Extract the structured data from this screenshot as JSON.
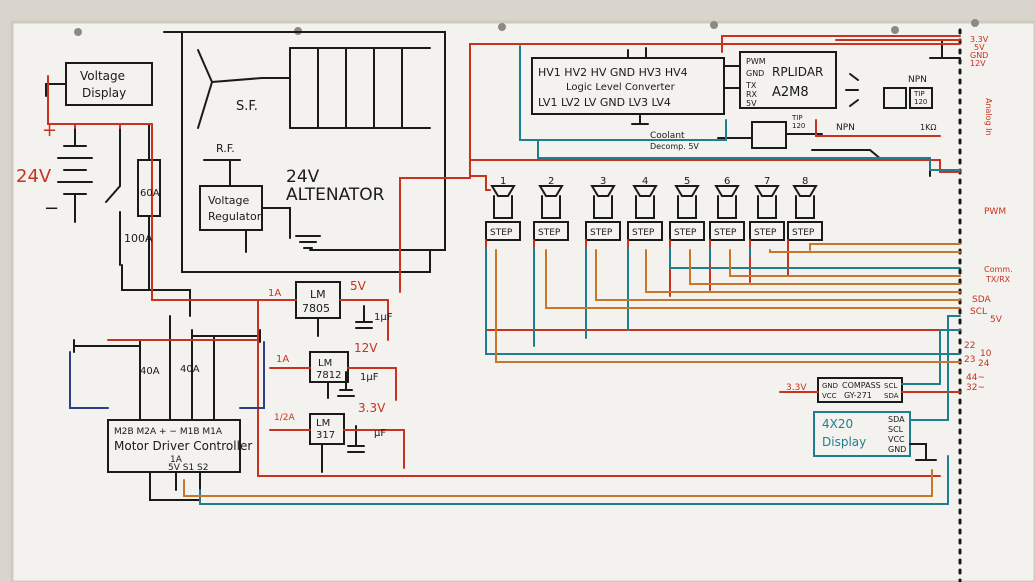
{
  "colors": {
    "board": "#f3f2ee",
    "ink_black": "#1a1a1a",
    "ink_red": "#c8321f",
    "ink_blue": "#1f7f8e",
    "ink_orange": "#c7762a",
    "ink_navy": "#2b3f8a"
  },
  "power": {
    "voltage_display": [
      "Voltage",
      "Display"
    ],
    "battery_label": "24V",
    "plus_sign": "+",
    "minus_sign": "−",
    "fuse_60a": "60A",
    "fuse_100a": "100A"
  },
  "alternator": {
    "sf": "S.F.",
    "rf": "R.F.",
    "regulator": [
      "Voltage",
      "Regulator"
    ],
    "title": [
      "24V",
      "ALTENATOR"
    ]
  },
  "motor": {
    "fuse_left": "40A",
    "fuse_right": "40A",
    "pins_top": "M2B  M2A  +    −   M1B  M1A",
    "name": "Motor Driver Controller",
    "pins_bottom_1": "1A",
    "pins_bottom_2": "5V  S1  S2"
  },
  "regulators": {
    "r5": {
      "fuse": "1A",
      "name": [
        "LM",
        "7805"
      ],
      "volt": "5V",
      "cap": "1µF"
    },
    "r12": {
      "fuse": "1A",
      "name": [
        "LM",
        "7812"
      ],
      "volt": "12V",
      "cap": "1µF"
    },
    "r33": {
      "fuse": "1/2A",
      "name": [
        "LM",
        "317"
      ],
      "volt": "3.3V",
      "cap": "µF"
    }
  },
  "llc": {
    "top": "HV1 HV2 HV GND  HV3  HV4",
    "name": "Logic Level Converter",
    "bottom": "LV1 LV2 LV GND  LV3 LV4"
  },
  "lidar": {
    "pins": [
      "PWM",
      "GND",
      "TX",
      "RX",
      "5V"
    ],
    "name": [
      "RPLIDAR",
      "A2M8"
    ]
  },
  "misc": {
    "coolant": [
      "Coolant",
      "Decomp. 5V"
    ],
    "npn1": "NPN",
    "npn2": "NPN",
    "tip120a": [
      "TIP",
      "120"
    ],
    "tip120b": [
      "TIP",
      "120"
    ],
    "resistor": "1KΩ"
  },
  "steppers": {
    "numbers": [
      "1",
      "2",
      "3",
      "4",
      "5",
      "6",
      "7",
      "8"
    ],
    "driver_label": "STEP"
  },
  "compass": {
    "pins_left": [
      "GND",
      "VCC"
    ],
    "name": [
      "COMPASS",
      "GY-271"
    ],
    "pins_right": [
      "SCL",
      "SDA"
    ],
    "supply": "3.3V"
  },
  "display": {
    "name": [
      "4X20",
      "Display"
    ],
    "pins": [
      "SDA",
      "SCL",
      "VCC",
      "GND"
    ]
  },
  "rail_labels": {
    "top": [
      "3.3V",
      "5V",
      "GND",
      "12V"
    ],
    "analog": "Analog In",
    "pwm": "PWM",
    "comm": [
      "Comm.",
      "TX/RX"
    ],
    "sda": "SDA",
    "scl": "SCL",
    "v5": "5V",
    "n22": "22",
    "n10": "10",
    "n23": "23",
    "n24": "24",
    "n44": "44~",
    "n32": "32~"
  }
}
